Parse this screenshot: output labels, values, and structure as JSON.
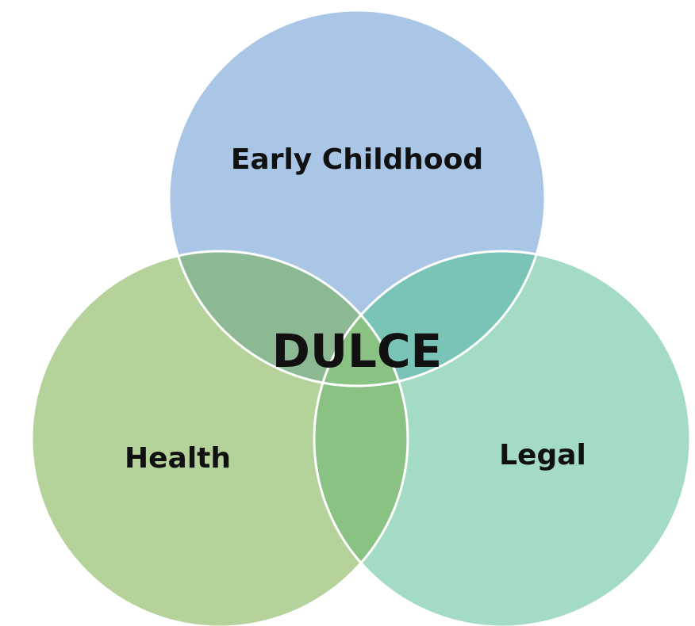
{
  "diagram": {
    "type": "venn",
    "center_label": "DULCE",
    "sets": [
      {
        "key": "early",
        "label": "Early Childhood",
        "color": "#a9c6e6"
      },
      {
        "key": "health",
        "label": "Health",
        "color": "#b5d29b"
      },
      {
        "key": "legal",
        "label": "Legal",
        "color": "#a3dbc4"
      }
    ],
    "intersection_colors": {
      "early_health": "#8db894",
      "early_legal": "#79c4b6",
      "health_legal": "#89c283",
      "center_text": "#111111"
    }
  }
}
